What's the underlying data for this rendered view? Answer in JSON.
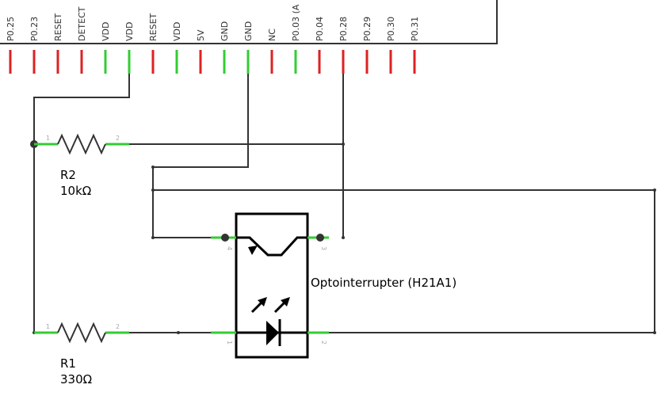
{
  "header": {
    "pins": [
      {
        "label": "P0.25",
        "state": "unconnected"
      },
      {
        "label": "P0.23",
        "state": "unconnected"
      },
      {
        "label": "RESET",
        "state": "unconnected"
      },
      {
        "label": "DETECT",
        "state": "unconnected"
      },
      {
        "label": "VDD",
        "state": "connected"
      },
      {
        "label": "VDD",
        "state": "connected"
      },
      {
        "label": "RESET",
        "state": "unconnected"
      },
      {
        "label": "VDD",
        "state": "connected"
      },
      {
        "label": "5V",
        "state": "unconnected"
      },
      {
        "label": "GND",
        "state": "connected"
      },
      {
        "label": "GND",
        "state": "connected"
      },
      {
        "label": "NC",
        "state": "unconnected"
      },
      {
        "label": "P0.03 (A",
        "state": "connected"
      },
      {
        "label": "P0.04",
        "state": "unconnected"
      },
      {
        "label": "P0.28",
        "state": "unconnected"
      },
      {
        "label": "P0.29",
        "state": "unconnected"
      },
      {
        "label": "P0.30",
        "state": "unconnected"
      },
      {
        "label": "P0.31",
        "state": "unconnected"
      }
    ]
  },
  "r2": {
    "name": "R2",
    "value": "10kΩ",
    "pin1": "1",
    "pin2": "2"
  },
  "r1": {
    "name": "R1",
    "value": "330Ω",
    "pin1": "1",
    "pin2": "2"
  },
  "opto": {
    "label": "Optointerrupter (H21A1)",
    "pins": {
      "p1": "1",
      "p2": "2",
      "p3": "3",
      "p4": "4"
    }
  },
  "colors": {
    "connected_lead": "#33cc33",
    "unconnected_lead": "#dd2222",
    "wire": "#333333"
  }
}
